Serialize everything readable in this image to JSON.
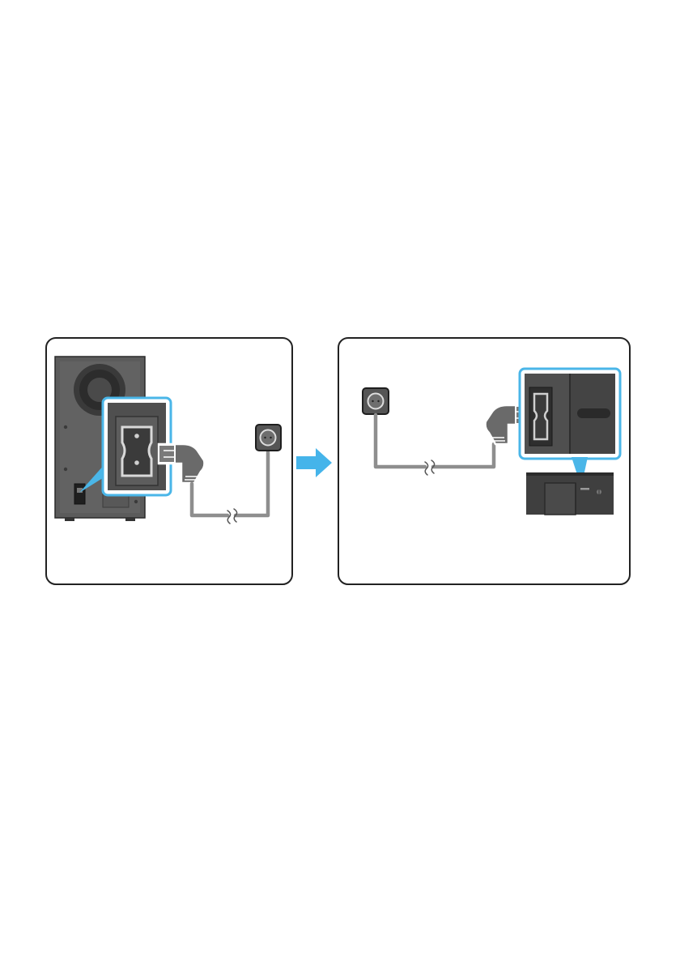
{
  "panels": [
    {
      "id": "subwoofer-panel",
      "device": "subwoofer"
    },
    {
      "id": "soundbar-panel",
      "device": "soundbar"
    }
  ],
  "icons": [
    "subwoofer-icon",
    "power-socket-icon",
    "wall-outlet-icon",
    "power-plug-icon",
    "arrow-right-icon",
    "soundbar-icon"
  ],
  "colors": {
    "highlight": "#4ab6e8",
    "arrow": "#45b4ea",
    "device_dark": "#444444",
    "device_mid": "#5e5e5e",
    "cable": "#8e8e8e",
    "border": "#222222"
  }
}
